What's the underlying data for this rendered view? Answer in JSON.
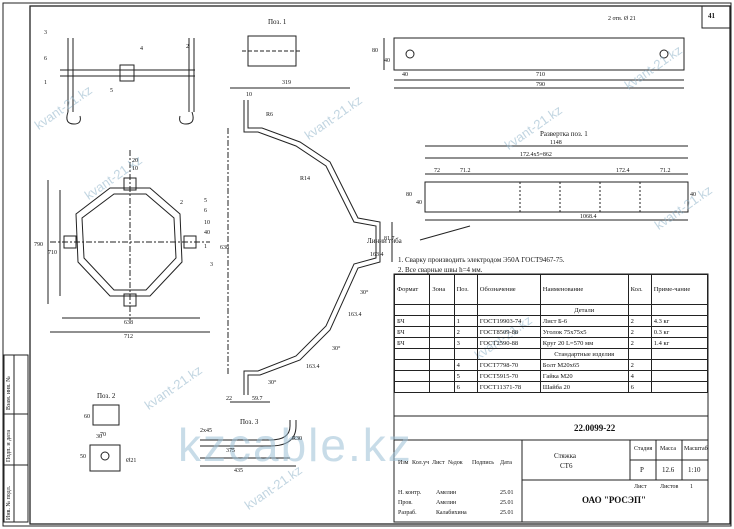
{
  "sheet": {
    "number": "41",
    "doc_code": "22.0099-22",
    "title_line1": "Стяжка",
    "title_line2": "СТ6",
    "company": "ОАО \"РОСЭП\""
  },
  "positions": {
    "pos1": "Поз. 1",
    "pos2": "Поз. 2",
    "pos3": "Поз. 3",
    "unfold": "Развертка поз. 1",
    "fold_lines": "Линии гиба"
  },
  "dims": {
    "d319": "319",
    "d10a": "10",
    "r6": "R6",
    "r14": "R14",
    "d638a": "638",
    "d163a": "163.4",
    "d81": "81.7",
    "d163b": "163.4",
    "d163c": "163.4",
    "d30a": "30°",
    "d30b": "30°",
    "d30c": "30°",
    "d22": "22",
    "d59": "59.7",
    "holes": "2 отв. Ø 21",
    "d80a": "80",
    "d40a": "40",
    "d40b": "40",
    "d710a": "710",
    "d790a": "790",
    "d1148": "1148",
    "d172x5": "172.4x5=862",
    "d72": "72",
    "d712a": "71.2",
    "d1724": "172.4",
    "d712b": "71.2",
    "d80b": "80",
    "d40c": "40",
    "d40d": "40",
    "d1068": "1068.4",
    "d20": "20",
    "d10b": "10",
    "d10c": "10",
    "d40e": "40",
    "d790b": "790",
    "d710b": "710",
    "d638b": "638",
    "d712c": "712",
    "d60": "60",
    "d70": "70",
    "d30d": "30",
    "d50": "50",
    "d21": "Ø21",
    "d2x45": "2x45",
    "d375": "375",
    "d435": "435",
    "r30": "R30"
  },
  "callouts": [
    "3",
    "4",
    "5",
    "6",
    "1",
    "2",
    "3",
    "5",
    "6",
    "1",
    "2"
  ],
  "notes": [
    "1. Сварку производить электродом Э50А ГОСТ9467-75.",
    "2. Все сварные швы h=4 мм."
  ],
  "spec": {
    "headers": [
      "Формат",
      "Зона",
      "Поз.",
      "Обозначение",
      "Наименование",
      "Кол.",
      "Приме-чание"
    ],
    "section_parts": "Детали",
    "section_std": "Стандартные изделия",
    "rows": [
      [
        "БЧ",
        "",
        "1",
        "ГОСТ19903-74",
        "Лист Б-6",
        "2",
        "4.3 кг"
      ],
      [
        "БЧ",
        "",
        "2",
        "ГОСТ8509-88",
        "Уголок 75x75x5",
        "2",
        "0.3 кг"
      ],
      [
        "БЧ",
        "",
        "3",
        "ГОСТ2590-88",
        "Круг 20 L=570 мм",
        "2",
        "1.4 кг"
      ]
    ],
    "std_rows": [
      [
        "",
        "",
        "4",
        "ГОСТ7798-70",
        "Болт М20x65",
        "2",
        ""
      ],
      [
        "",
        "",
        "5",
        "ГОСТ5915-70",
        "Гайка М20",
        "4",
        ""
      ],
      [
        "",
        "",
        "6",
        "ГОСТ11371-78",
        "Шайба 20",
        "6",
        ""
      ]
    ]
  },
  "title_block": {
    "stage_h": "Стадия",
    "mass_h": "Масса",
    "scale_h": "Масштаб",
    "stage": "Р",
    "mass": "12.6",
    "scale": "1:10",
    "sheet_h": "Лист",
    "sheets_h": "Листов",
    "sheets": "1",
    "rev_headers": [
      "Изм",
      "Кол.уч",
      "Лист",
      "№док",
      "Подпись",
      "Дата"
    ],
    "roles": [
      "Н. контр.",
      "Пров.",
      "Разраб."
    ],
    "names": [
      "Амелин",
      "Амелин",
      "Калабихина"
    ],
    "dates": [
      "25.01",
      "25.01",
      "25.01"
    ]
  },
  "side_stamp": [
    "Инв. № подл.",
    "Подп. и дата",
    "Взам. инв. №"
  ],
  "watermark": {
    "small": "kvant-21.kz",
    "big": "kzcable.kz"
  },
  "colors": {
    "line": "#222222",
    "watermark": "#8fb3c9"
  }
}
